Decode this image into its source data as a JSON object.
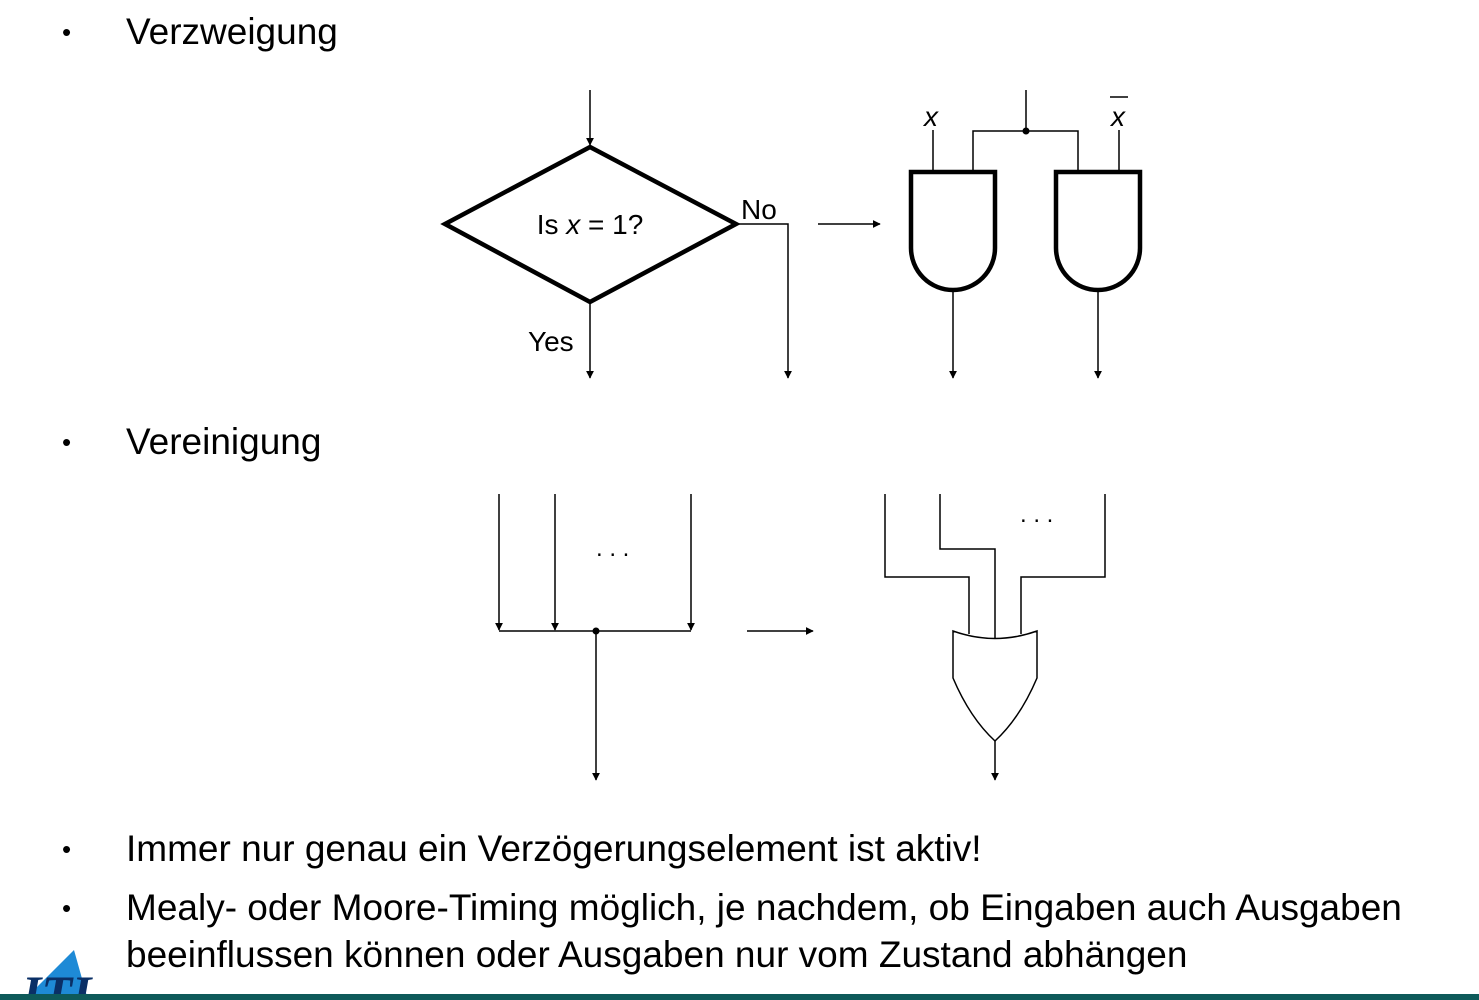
{
  "bullets": {
    "marker": "•",
    "verzweigung": "Verzweigung",
    "vereinigung": "Vereinigung",
    "aktiv": "Immer nur genau ein Verzögerungselement ist aktiv!",
    "timing_line1": "Mealy- oder Moore-Timing möglich, je nachdem, ob Eingaben auch Ausgaben",
    "timing_line2": "beeinflussen können oder Ausgaben nur vom Zustand abhängen"
  },
  "flowchart": {
    "decision_prefix": "Is ",
    "decision_var": "x",
    "decision_suffix": " = 1?",
    "yes_label": "Yes",
    "no_label": "No"
  },
  "gates": {
    "input_x": "x",
    "input_xbar": "x"
  },
  "merge": {
    "ellipsis_left": ". . .",
    "ellipsis_right": ". . ."
  },
  "logo": {
    "text": "ITI"
  },
  "colors": {
    "footer_bar": "#0e5a5a",
    "logo_blue": "#1e8ad6",
    "ink": "#000000"
  }
}
